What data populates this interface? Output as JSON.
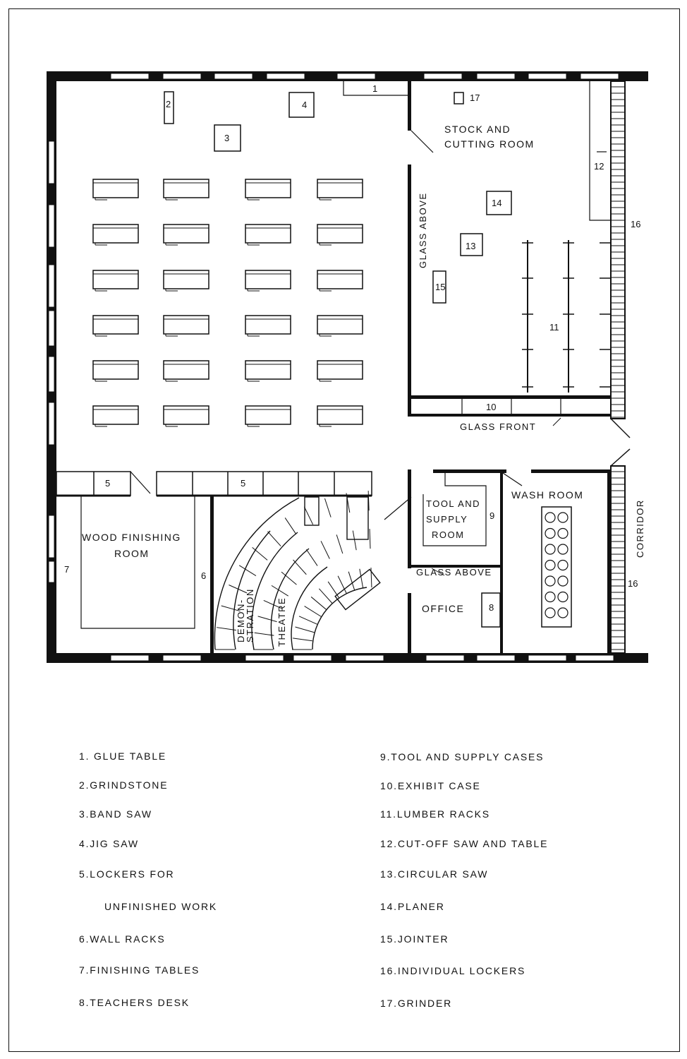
{
  "rooms": {
    "stock_room": [
      "STOCK AND",
      "CUTTING ROOM"
    ],
    "glass_above_1": "GLASS ABOVE",
    "glass_front": "GLASS FRONT",
    "wash_room": "WASH ROOM",
    "tool_room": [
      "TOOL AND",
      "SUPPLY",
      "ROOM"
    ],
    "glass_above_2": "GLASS ABOVE",
    "office": "OFFICE",
    "wood_finishing": [
      "WOOD FINISHING",
      "ROOM"
    ],
    "demonstration": [
      "DEMON-",
      "STRATION"
    ],
    "theatre": "THEATRE",
    "corridor": "CORRIDOR"
  },
  "markers": {
    "m1": "1",
    "m2": "2",
    "m3": "3",
    "m4": "4",
    "m5a": "5",
    "m5b": "5",
    "m6": "6",
    "m7": "7",
    "m8": "8",
    "m9": "9",
    "m10": "10",
    "m11": "11",
    "m12": "12",
    "m13": "13",
    "m14": "14",
    "m15": "15",
    "m16a": "16",
    "m16b": "16",
    "m17": "17"
  },
  "legend": {
    "left": [
      "1. GLUE TABLE",
      "2.GRINDSTONE",
      "3.BAND SAW",
      "4.JIG SAW",
      "5.LOCKERS FOR",
      "UNFINISHED WORK",
      "6.WALL RACKS",
      "7.FINISHING TABLES",
      "8.TEACHERS DESK"
    ],
    "right": [
      "9.TOOL AND SUPPLY CASES",
      "10.EXHIBIT CASE",
      "11.LUMBER RACKS",
      "12.CUT-OFF SAW AND TABLE",
      "13.CIRCULAR SAW",
      "14.PLANER",
      "15.JOINTER",
      "16.INDIVIDUAL LOCKERS",
      "17.GRINDER"
    ]
  }
}
